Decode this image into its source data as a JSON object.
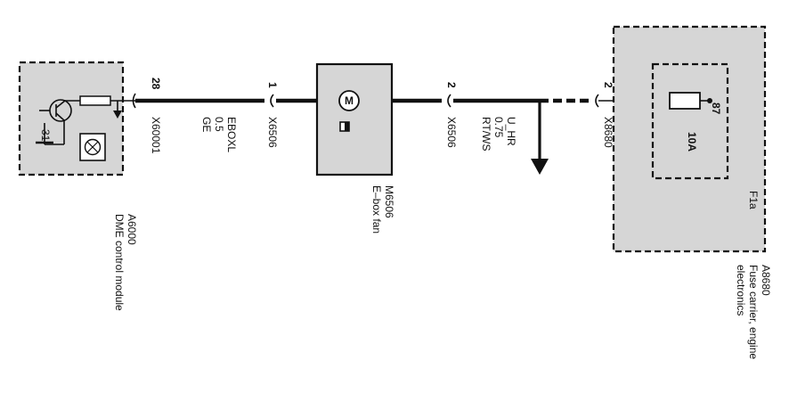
{
  "components": {
    "dme": {
      "id": "A6000",
      "name": "DME control module",
      "ground_label": "31"
    },
    "fan": {
      "id": "M6506",
      "name": "E–box fan"
    },
    "fuse_carrier": {
      "id": "A8680",
      "name_line1": "Fuse carrier, engine",
      "name_line2": "electronics"
    }
  },
  "fuse": {
    "id": "F1a",
    "rating": "10A",
    "pin": "87"
  },
  "connectors": [
    {
      "pin": "28",
      "id": "X60001"
    },
    {
      "pin": "1",
      "id": "X6506"
    },
    {
      "pin": "2",
      "id": "X6506"
    },
    {
      "pin": "2",
      "id": "X8680"
    }
  ],
  "wires": [
    {
      "name": "EBOXL",
      "cross_section": "0.5",
      "color": "GE"
    },
    {
      "name": "U_HR",
      "cross_section": "0.75",
      "color": "RT/WS"
    }
  ],
  "colors": {
    "box_fill": "#d6d6d6",
    "line": "#111111",
    "background": "#ffffff"
  }
}
